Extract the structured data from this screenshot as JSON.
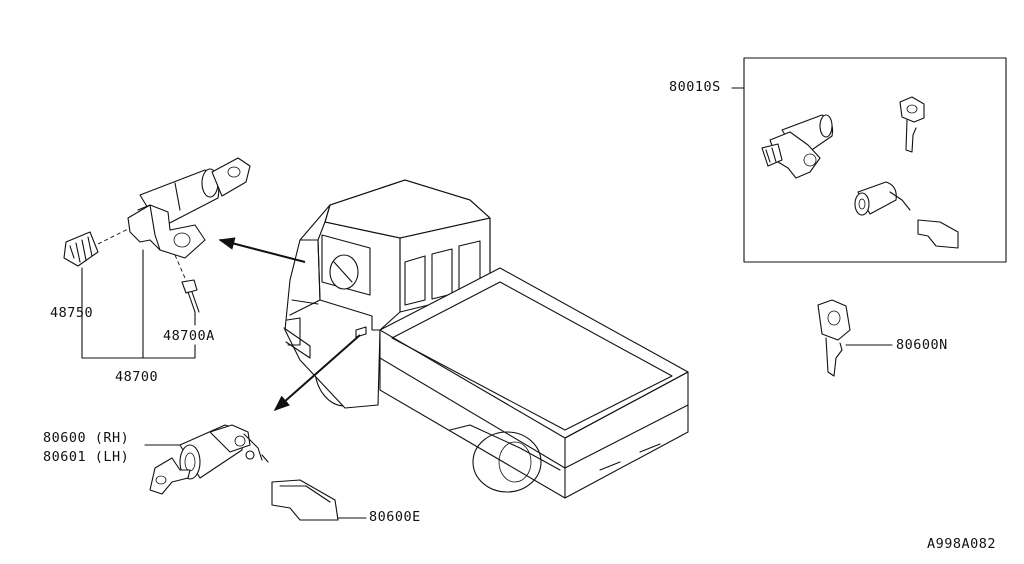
{
  "parts": {
    "p48750": "48750",
    "p48700A": "48700A",
    "p48700": "48700",
    "p80600rh": "80600 (RH)",
    "p80601lh": "80601 (LH)",
    "p80600E": "80600E",
    "p80010S": "80010S",
    "p80600N": "80600N"
  },
  "diagram_code": "A998A082"
}
